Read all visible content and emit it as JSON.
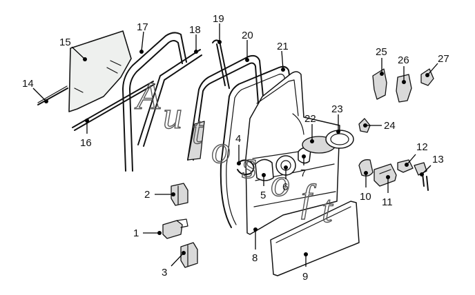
{
  "watermark": {
    "letters": [
      "A",
      "u",
      "t",
      "o",
      "s",
      "o",
      "f",
      "t"
    ]
  },
  "callouts": [
    {
      "id": "1",
      "label": "1"
    },
    {
      "id": "2",
      "label": "2"
    },
    {
      "id": "3",
      "label": "3"
    },
    {
      "id": "4",
      "label": "4"
    },
    {
      "id": "5",
      "label": "5"
    },
    {
      "id": "6",
      "label": "6"
    },
    {
      "id": "7",
      "label": "7"
    },
    {
      "id": "8",
      "label": "8"
    },
    {
      "id": "9",
      "label": "9"
    },
    {
      "id": "10",
      "label": "10"
    },
    {
      "id": "11",
      "label": "11"
    },
    {
      "id": "12",
      "label": "12"
    },
    {
      "id": "13",
      "label": "13"
    },
    {
      "id": "14",
      "label": "14"
    },
    {
      "id": "15",
      "label": "15"
    },
    {
      "id": "16",
      "label": "16"
    },
    {
      "id": "17",
      "label": "17"
    },
    {
      "id": "18",
      "label": "18"
    },
    {
      "id": "19",
      "label": "19"
    },
    {
      "id": "20",
      "label": "20"
    },
    {
      "id": "21",
      "label": "21"
    },
    {
      "id": "22",
      "label": "22"
    },
    {
      "id": "23",
      "label": "23"
    },
    {
      "id": "24",
      "label": "24"
    },
    {
      "id": "25",
      "label": "25"
    },
    {
      "id": "26",
      "label": "26"
    },
    {
      "id": "27",
      "label": "27"
    }
  ]
}
